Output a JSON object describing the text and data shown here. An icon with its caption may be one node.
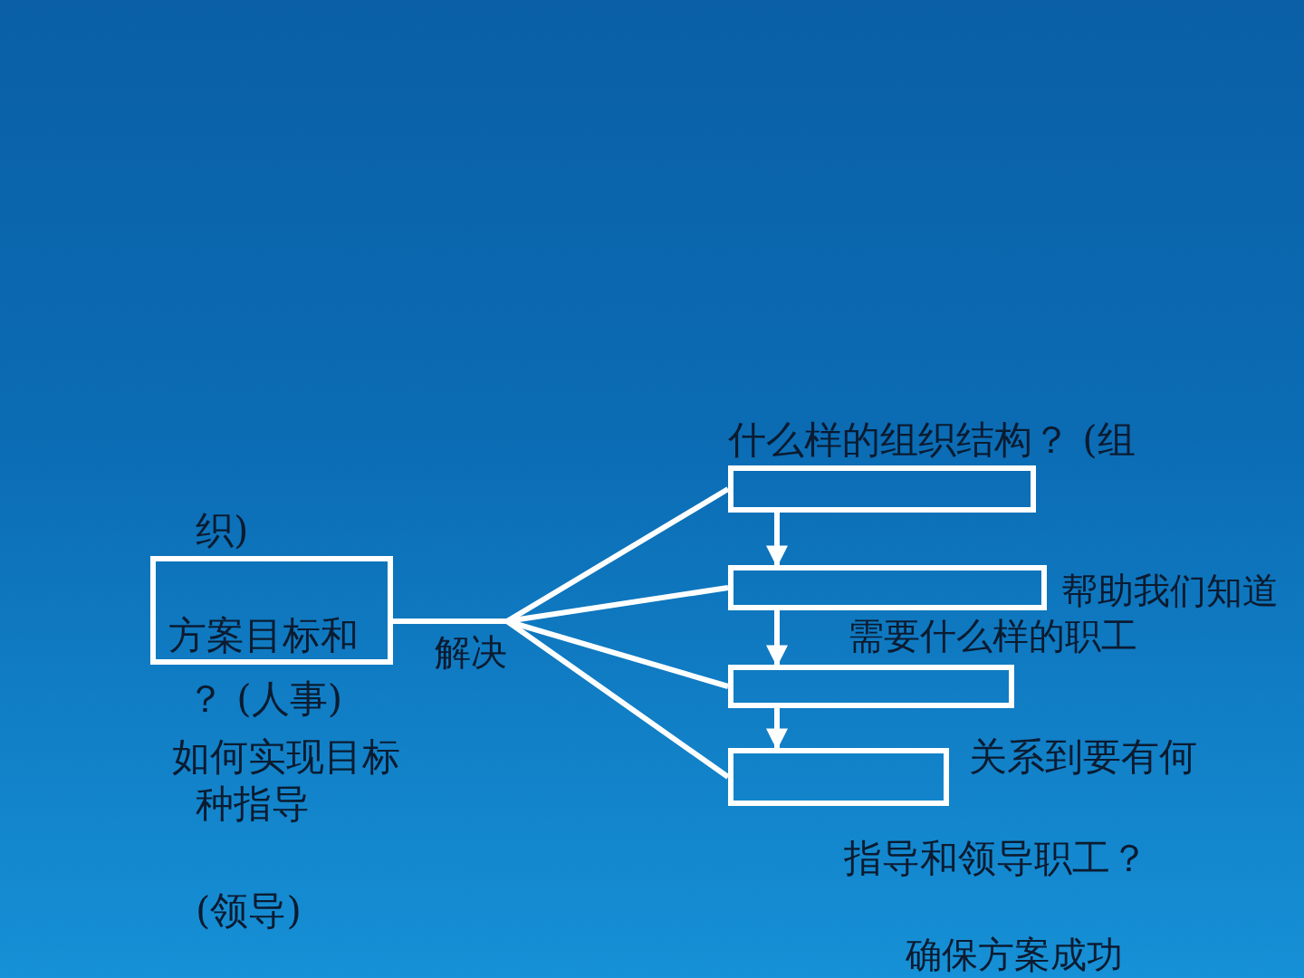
{
  "diagram": {
    "nodes": [
      {
        "text": [],
        "shape": "box"
      },
      {
        "text": [],
        "shape": "box"
      },
      {
        "text": [],
        "shape": "box"
      },
      {
        "text": [],
        "shape": "box"
      },
      {
        "text": [],
        "shape": "box"
      }
    ],
    "edges": [
      {
        "from": 0,
        "to": 1,
        "arrow": "none"
      },
      {
        "from": 0,
        "to": 2,
        "arrow": "none"
      },
      {
        "from": 0,
        "to": 3,
        "arrow": "none"
      },
      {
        "from": 0,
        "to": 4,
        "arrow": "none"
      },
      {
        "from": 1,
        "to": 2,
        "arrow": "to"
      },
      {
        "from": 2,
        "to": 3,
        "arrow": "to"
      },
      {
        "from": 3,
        "to": 4,
        "arrow": "to"
      }
    ],
    "labels": [
      "什么样的组织结构？ (组",
      "织)",
      "帮助我们知道",
      "方案目标和",
      "解决",
      "需要什么样的职工",
      "？ (人事)",
      "如何实现目标",
      "关系到要有何",
      "种指导",
      "指导和领导职工？",
      "(领导)",
      "确保方案成功"
    ]
  }
}
